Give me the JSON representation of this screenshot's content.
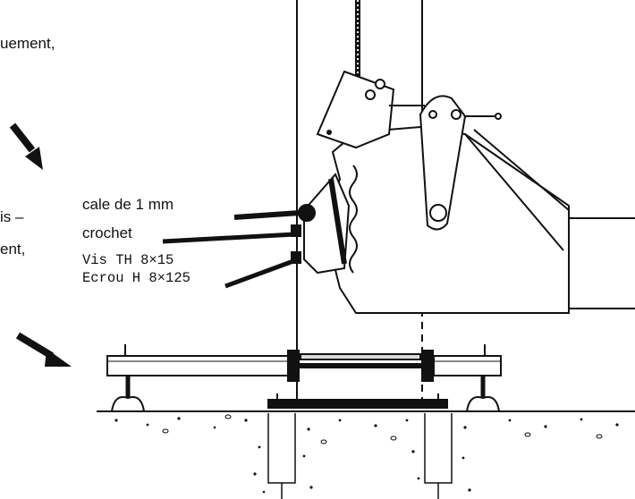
{
  "side_text": {
    "line1": "uement,",
    "line2": "is –",
    "line3": "ent,"
  },
  "labels": {
    "shim": "cale de 1 mm",
    "hook": "crochet",
    "screw": "Vis TH 8×15",
    "nut": "Ecrou H 8×125"
  },
  "colors": {
    "ink": "#111111",
    "paper": "#ffffff",
    "shade": "#d9d9d9"
  }
}
